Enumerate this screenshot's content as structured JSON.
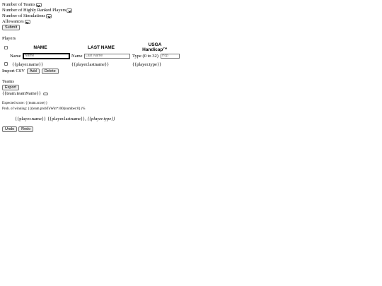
{
  "form": {
    "teams_label": "Number of Teams",
    "ranked_label": "Number of Highly Ranked Players",
    "sims_label": "Number of Simulations",
    "allowances_label": "Allowances",
    "submit_label": "Submit"
  },
  "players": {
    "heading": "Players",
    "columns": {
      "name": "NAME",
      "last_name": "LAST NAME",
      "usga_line1": "USGA",
      "usga_line2": "Handicap™"
    },
    "new_row": {
      "name_label": "Name",
      "name_placeholder": "Name",
      "last_label": "Name",
      "last_placeholder": "Last Name",
      "type_label": "Type (0 to 32)",
      "hcp_placeholder": "Hcp"
    },
    "template_row": {
      "name": "{{player.name}}",
      "lastname": "{{player.lastname}}",
      "type": "{{player.type}}"
    },
    "import_label": "Import CSV",
    "add_label": "Add",
    "delete_label": "Delete"
  },
  "teams": {
    "heading": "Teams",
    "export_label": "Export",
    "team_name": "{{team.teamName}}",
    "expected_score": "Expected score: {{team.score}}",
    "prob_winning": "Prob. of winning: {{(team.probToWin*100)|number:0}}%",
    "player_line_name": "{{player.name}}",
    "player_line_last": "{{player.lastname}},",
    "player_line_type": "{{player.type}}"
  },
  "history": {
    "undo_label": "Undo",
    "redo_label": "Redo"
  }
}
